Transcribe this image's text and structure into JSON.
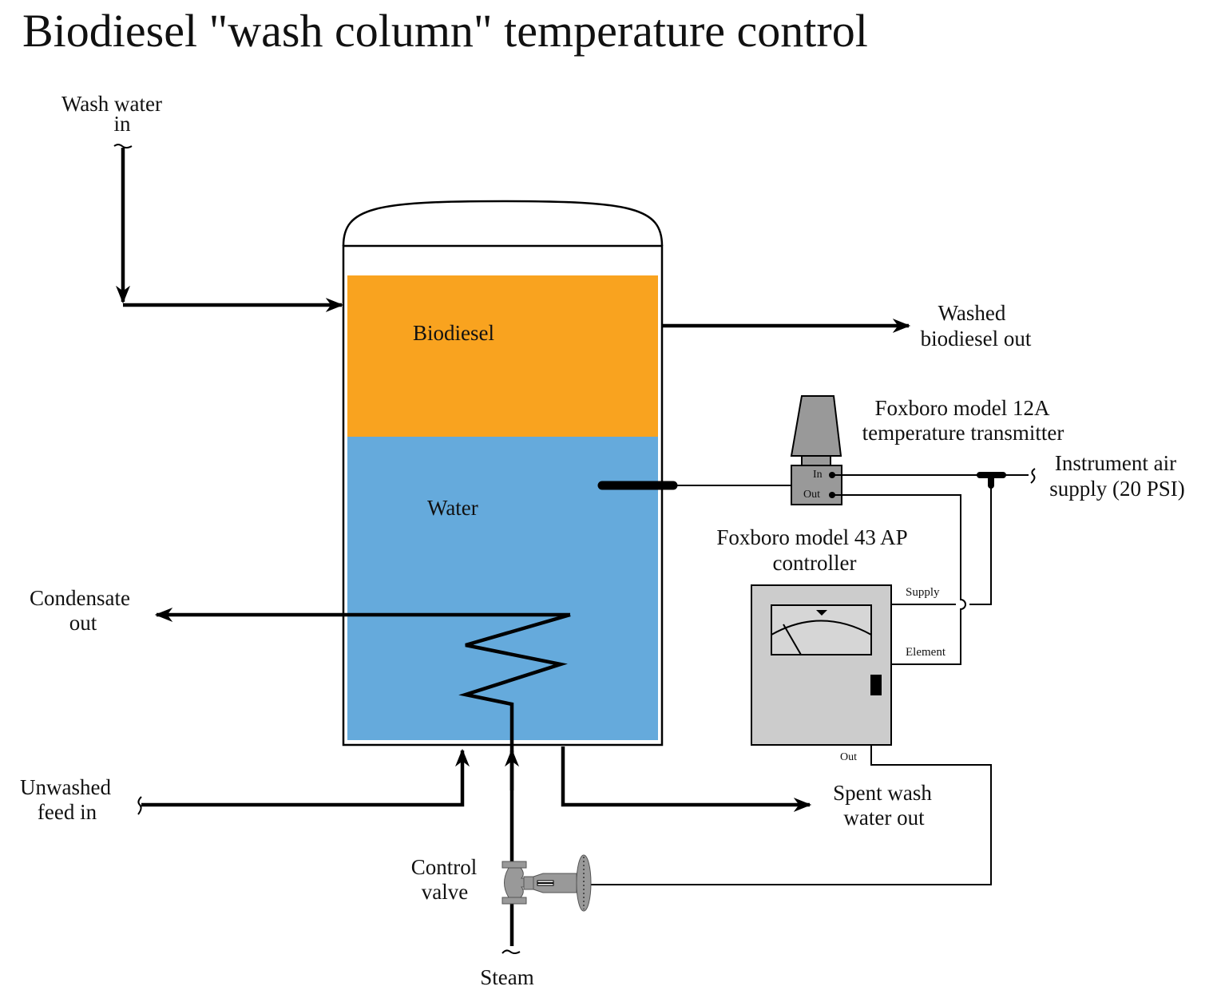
{
  "title": "Biodiesel \"wash column\" temperature control",
  "colors": {
    "biodiesel": "#F9A31F",
    "water": "#65AADC",
    "instrument_gray": "#999999",
    "controller_gray": "#CCCCCC"
  },
  "tank": {
    "biodiesel_label": "Biodiesel",
    "water_label": "Water"
  },
  "streams": {
    "wash_water_in": [
      "Wash water",
      "in"
    ],
    "washed_biodiesel_out": [
      "Washed",
      "biodiesel out"
    ],
    "condensate_out": [
      "Condensate",
      "out"
    ],
    "unwashed_feed_in": [
      "Unwashed",
      "feed in"
    ],
    "spent_wash_water_out": [
      "Spent wash",
      "water out"
    ],
    "steam": "Steam",
    "instrument_air": [
      "Instrument air",
      "supply (20 PSI)"
    ]
  },
  "transmitter": {
    "caption": [
      "Foxboro model 12A",
      "temperature transmitter"
    ],
    "port_in": "In",
    "port_out": "Out"
  },
  "controller": {
    "caption": [
      "Foxboro model 43 AP",
      "controller"
    ],
    "port_supply": "Supply",
    "port_element": "Element",
    "port_out": "Out"
  },
  "valve": {
    "caption": [
      "Control",
      "valve"
    ]
  }
}
